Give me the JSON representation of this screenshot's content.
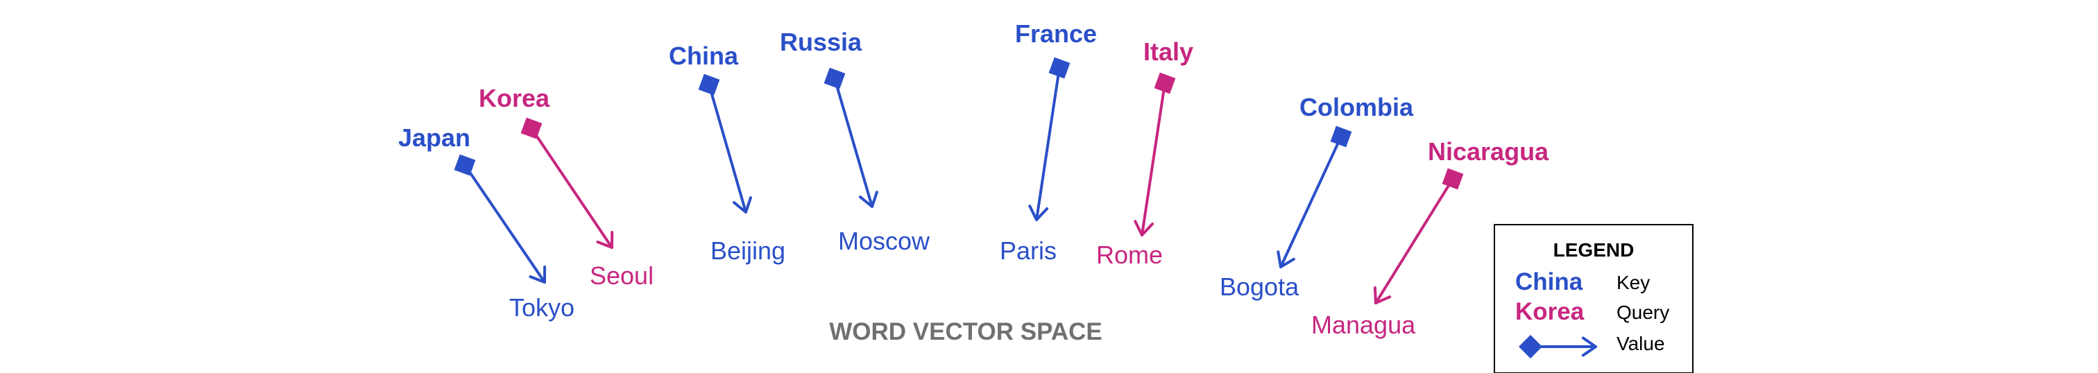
{
  "colors": {
    "key": "#2a4fc8",
    "query": "#c7267f",
    "caption": "#707070",
    "ink": "#000000"
  },
  "pairs": [
    {
      "country": "Japan",
      "capital": "Tokyo",
      "role": "key"
    },
    {
      "country": "Korea",
      "capital": "Seoul",
      "role": "query"
    },
    {
      "country": "China",
      "capital": "Beijing",
      "role": "key"
    },
    {
      "country": "Russia",
      "capital": "Moscow",
      "role": "key"
    },
    {
      "country": "France",
      "capital": "Paris",
      "role": "key"
    },
    {
      "country": "Italy",
      "capital": "Rome",
      "role": "query"
    },
    {
      "country": "Colombia",
      "capital": "Bogota",
      "role": "key"
    },
    {
      "country": "Nicaragua",
      "capital": "Managua",
      "role": "query"
    }
  ],
  "space_label": "WORD VECTOR SPACE",
  "legend": {
    "title": "LEGEND",
    "key_example": "China",
    "key_role": "Key",
    "query_example": "Korea",
    "query_role": "Query",
    "value_role": "Value",
    "value_symbol": "diamond-arrow-icon"
  }
}
